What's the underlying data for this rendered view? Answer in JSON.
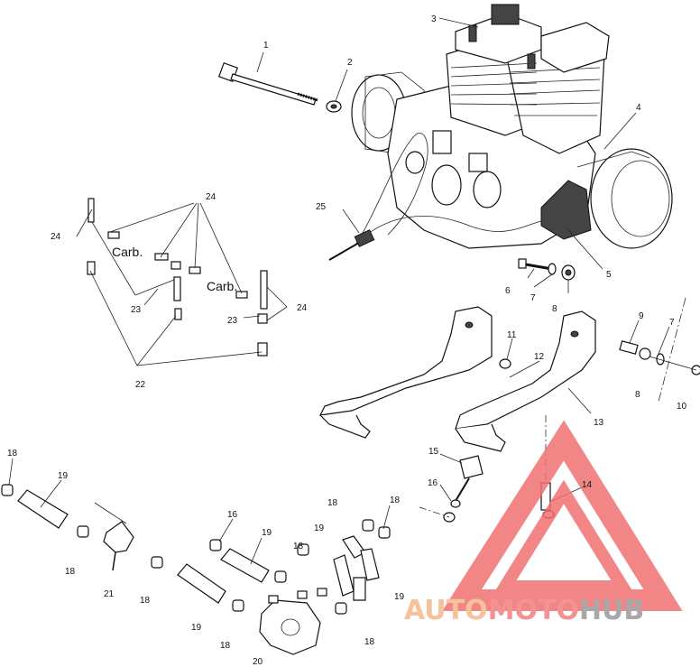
{
  "callouts": {
    "c1": "1",
    "c2": "2",
    "c3": "3",
    "c4": "4",
    "c5": "5",
    "c6": "6",
    "c7a": "7",
    "c7b": "7",
    "c8a": "8",
    "c8b": "8",
    "c9": "9",
    "c10": "10",
    "c11": "11",
    "c12": "12",
    "c13": "13",
    "c14": "14",
    "c15": "15",
    "c16a": "16",
    "c16b": "16",
    "c18a": "18",
    "c18b": "18",
    "c18c": "18",
    "c18d": "18",
    "c18e": "18",
    "c18f": "18",
    "c18g": "18",
    "c18h": "18",
    "c19a": "19",
    "c19b": "19",
    "c19c": "19",
    "c19d": "19",
    "c19e": "19",
    "c20": "20",
    "c21": "21",
    "c22": "22",
    "c23a": "23",
    "c23b": "23",
    "c24a": "24",
    "c24b": "24",
    "c24c": "24",
    "c25": "25"
  },
  "labels": {
    "carb1": "Carb.",
    "carb2": "Carb."
  },
  "watermark": {
    "part1": "AUTO",
    "part2": "MOTO",
    "part3": "HUB",
    "color1": "#f5b88a",
    "color2": "#f27f7f",
    "color3": "#9a9a9a",
    "triangle_color": "#f07070"
  }
}
